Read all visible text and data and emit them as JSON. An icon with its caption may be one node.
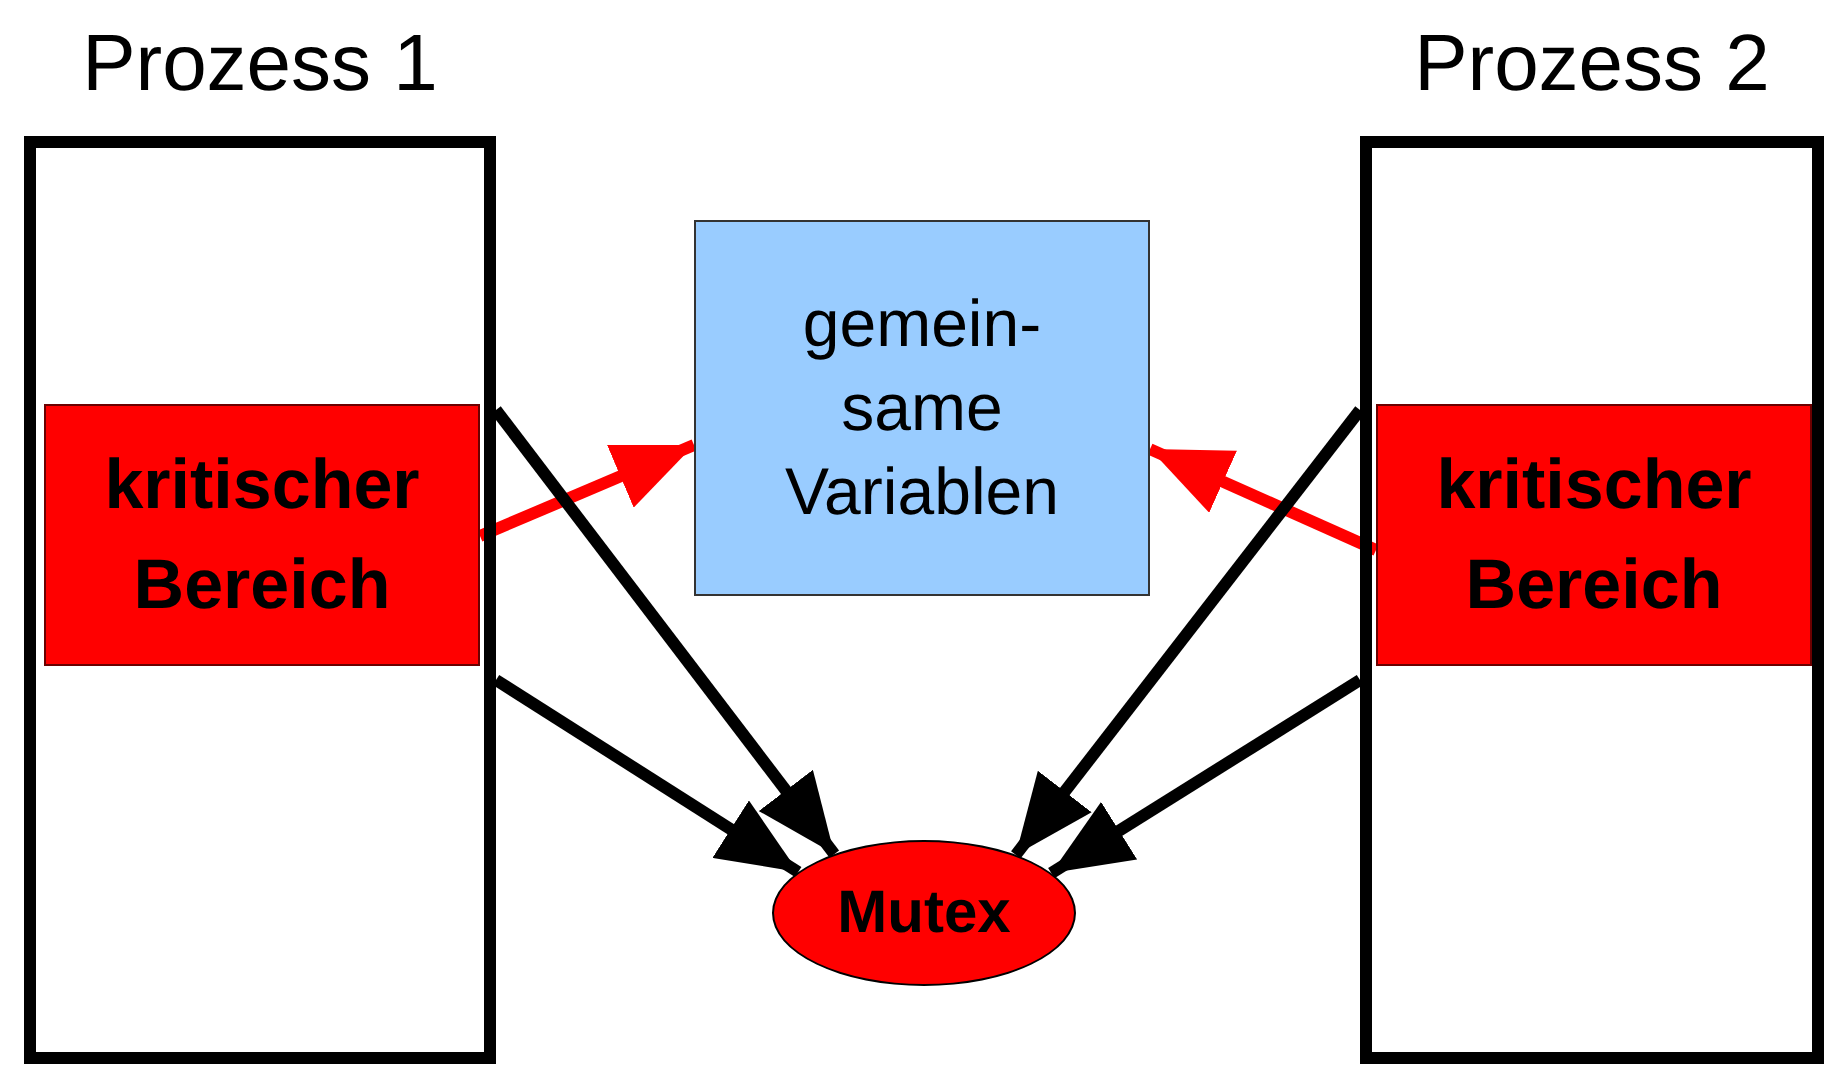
{
  "diagram": {
    "nodes": [
      {
        "text": [
          "Prozess 1"
        ]
      },
      {
        "text": [
          "kritischer Bereich"
        ],
        "in": 0
      },
      {
        "text": [
          "Prozess 2"
        ]
      },
      {
        "text": [
          "kritischer Bereich"
        ],
        "in": 2
      },
      {
        "text": [
          "gemein- same Variablen"
        ]
      },
      {
        "text": [
          "Mutex"
        ]
      }
    ],
    "edges": [
      {
        "from": 1,
        "to": 4,
        "arrow": "to",
        "color": "#ff0000"
      },
      {
        "from": 3,
        "to": 4,
        "arrow": "to",
        "color": "#ff0000"
      },
      {
        "from": 0,
        "to": 5,
        "arrow": "to"
      },
      {
        "from": 0,
        "to": 5,
        "arrow": "to"
      },
      {
        "from": 2,
        "to": 5,
        "arrow": "to"
      },
      {
        "from": 2,
        "to": 5,
        "arrow": "to"
      }
    ]
  }
}
